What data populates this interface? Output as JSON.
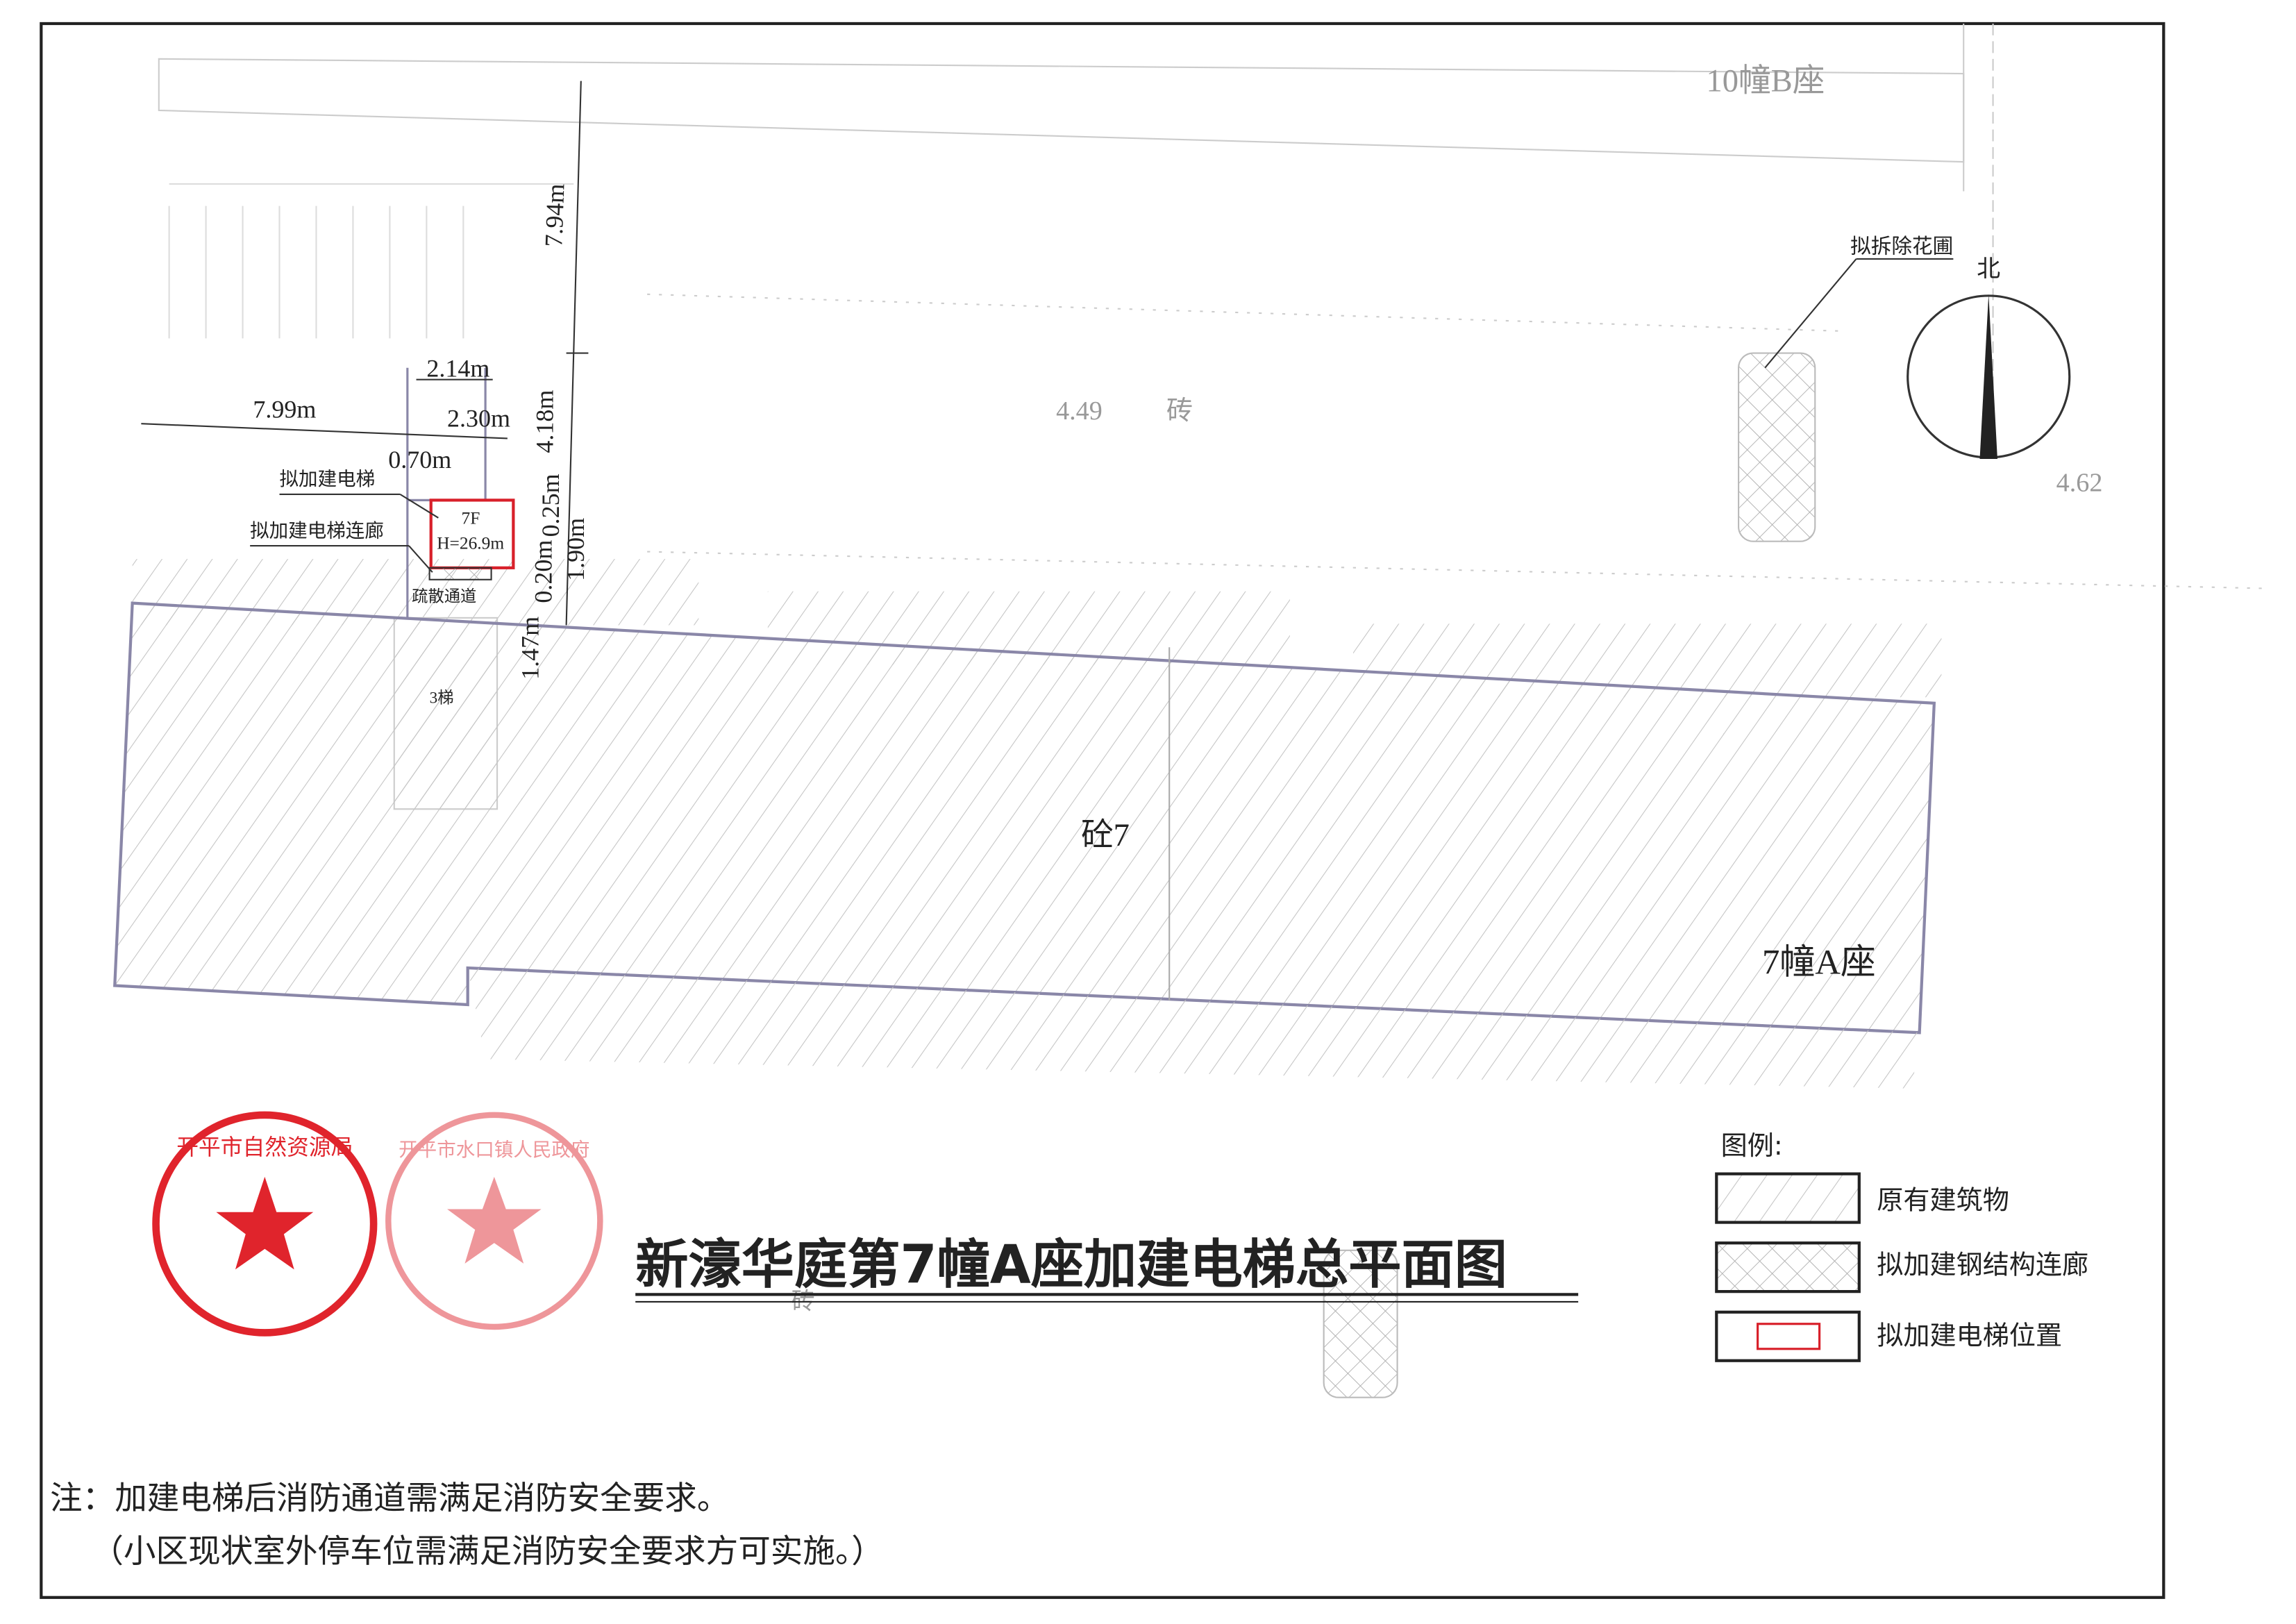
{
  "title": "新濠华庭第7幢A座加建电梯总平面图",
  "buildings": {
    "north": "10幢B座",
    "main": "7幢A座",
    "structure": "砼7",
    "stair": "3梯"
  },
  "labels": {
    "elevation_1": "4.49",
    "material_1": "砖",
    "elevation_2": "4.62",
    "material_2": "砖",
    "remove_flowerbed": "拟拆除花圃",
    "north": "北",
    "proposed_elevator": "拟加建电梯",
    "proposed_corridor": "拟加建电梯连廊",
    "evacuation": "疏散通道",
    "elevator_floors": "7F",
    "elevator_height": "H=26.9m"
  },
  "dimensions": {
    "d1": "7.94m",
    "d2": "2.14m",
    "d3": "7.99m",
    "d4": "2.30m",
    "d5": "0.70m",
    "d6": "4.18m",
    "d7": "0.25m",
    "d8": "1.90m",
    "d9": "0.20m",
    "d10": "1.47m"
  },
  "legend": {
    "title": "图例:",
    "items": [
      {
        "label": "原有建筑物",
        "pattern": "hatch"
      },
      {
        "label": "拟加建钢结构连廊",
        "pattern": "crosshatch"
      },
      {
        "label": "拟加建电梯位置",
        "pattern": "red-rect"
      }
    ]
  },
  "stamps": [
    {
      "text": "开平市自然资源局",
      "color": "#e0242c"
    },
    {
      "text": "开平市水口镇人民政府",
      "color": "#e86a70"
    }
  ],
  "notes": {
    "line1": "注：加建电梯后消防通道需满足消防安全要求。",
    "line2": "（小区现状室外停车位需满足消防安全要求方可实施。）"
  },
  "colors": {
    "elevator": "#d8202a",
    "outline": "#8a87a8",
    "hatch": "#bdbdbd"
  }
}
